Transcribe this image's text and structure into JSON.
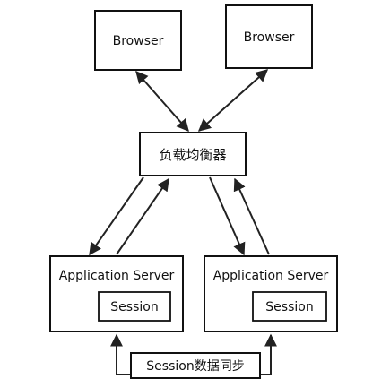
{
  "diagram": {
    "browsers": [
      "Browser",
      "Browser"
    ],
    "load_balancer": "负载均衡器",
    "servers": [
      {
        "title": "Application Server",
        "session": "Session"
      },
      {
        "title": "Application Server",
        "session": "Session"
      }
    ],
    "sync_label": "Session数据同步"
  },
  "colors": {
    "stroke": "#111111",
    "background": "#ffffff"
  }
}
